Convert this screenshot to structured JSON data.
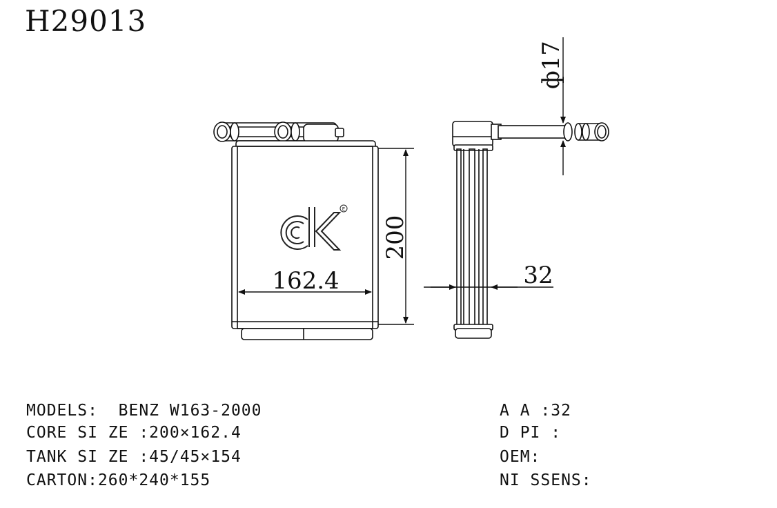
{
  "title": "H29013",
  "dimensions": {
    "width": "162.4",
    "height": "200",
    "depth": "32",
    "pipe_diameter": "ф17"
  },
  "logo": {
    "text": "ck",
    "mark": "E"
  },
  "specs_left": [
    {
      "label": "MODELS:",
      "value": "BENZ W163-2000"
    },
    {
      "label": "CORE SI ZE :",
      "value": "200×162.4"
    },
    {
      "label": "TANK SI ZE :",
      "value": "45/45×154"
    },
    {
      "label": "CARTON:",
      "value": "260*240*155"
    }
  ],
  "specs_right": [
    {
      "label": "A A :",
      "value": "32"
    },
    {
      "label": "D PI :",
      "value": ""
    },
    {
      "label": "OEM:",
      "value": ""
    },
    {
      "label": "NI SSENS:",
      "value": ""
    }
  ]
}
